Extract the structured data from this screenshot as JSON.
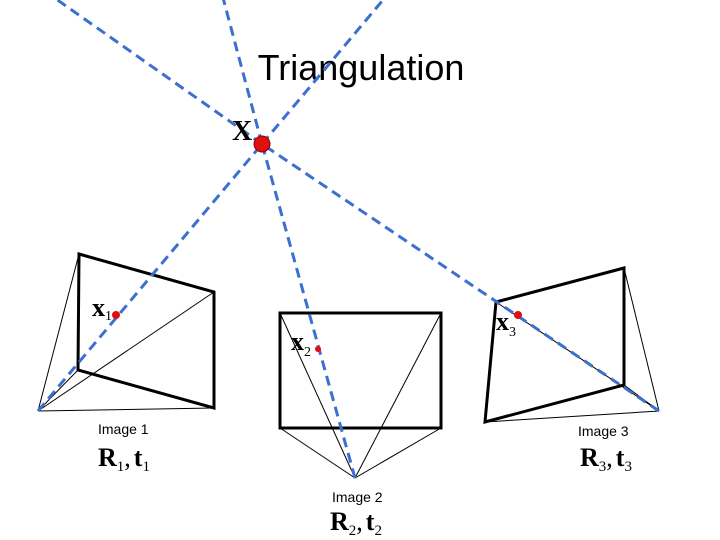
{
  "title": "Triangulation",
  "point": {
    "label": "X"
  },
  "cameras": [
    {
      "image_label": "Image 1",
      "proj_main": "x",
      "proj_sub": "1",
      "r_main": "R",
      "r_sub": "1",
      "comma": ",",
      "t_main": "t",
      "t_sub": "1"
    },
    {
      "image_label": "Image 2",
      "proj_main": "x",
      "proj_sub": "2",
      "r_main": "R",
      "r_sub": "2",
      "comma": ",",
      "t_main": "t",
      "t_sub": "2"
    },
    {
      "image_label": "Image 3",
      "proj_main": "x",
      "proj_sub": "3",
      "r_main": "R",
      "r_sub": "3",
      "comma": ",",
      "t_main": "t",
      "t_sub": "3"
    }
  ],
  "colors": {
    "ray": "#3b6fd0",
    "point": "#e01010"
  }
}
